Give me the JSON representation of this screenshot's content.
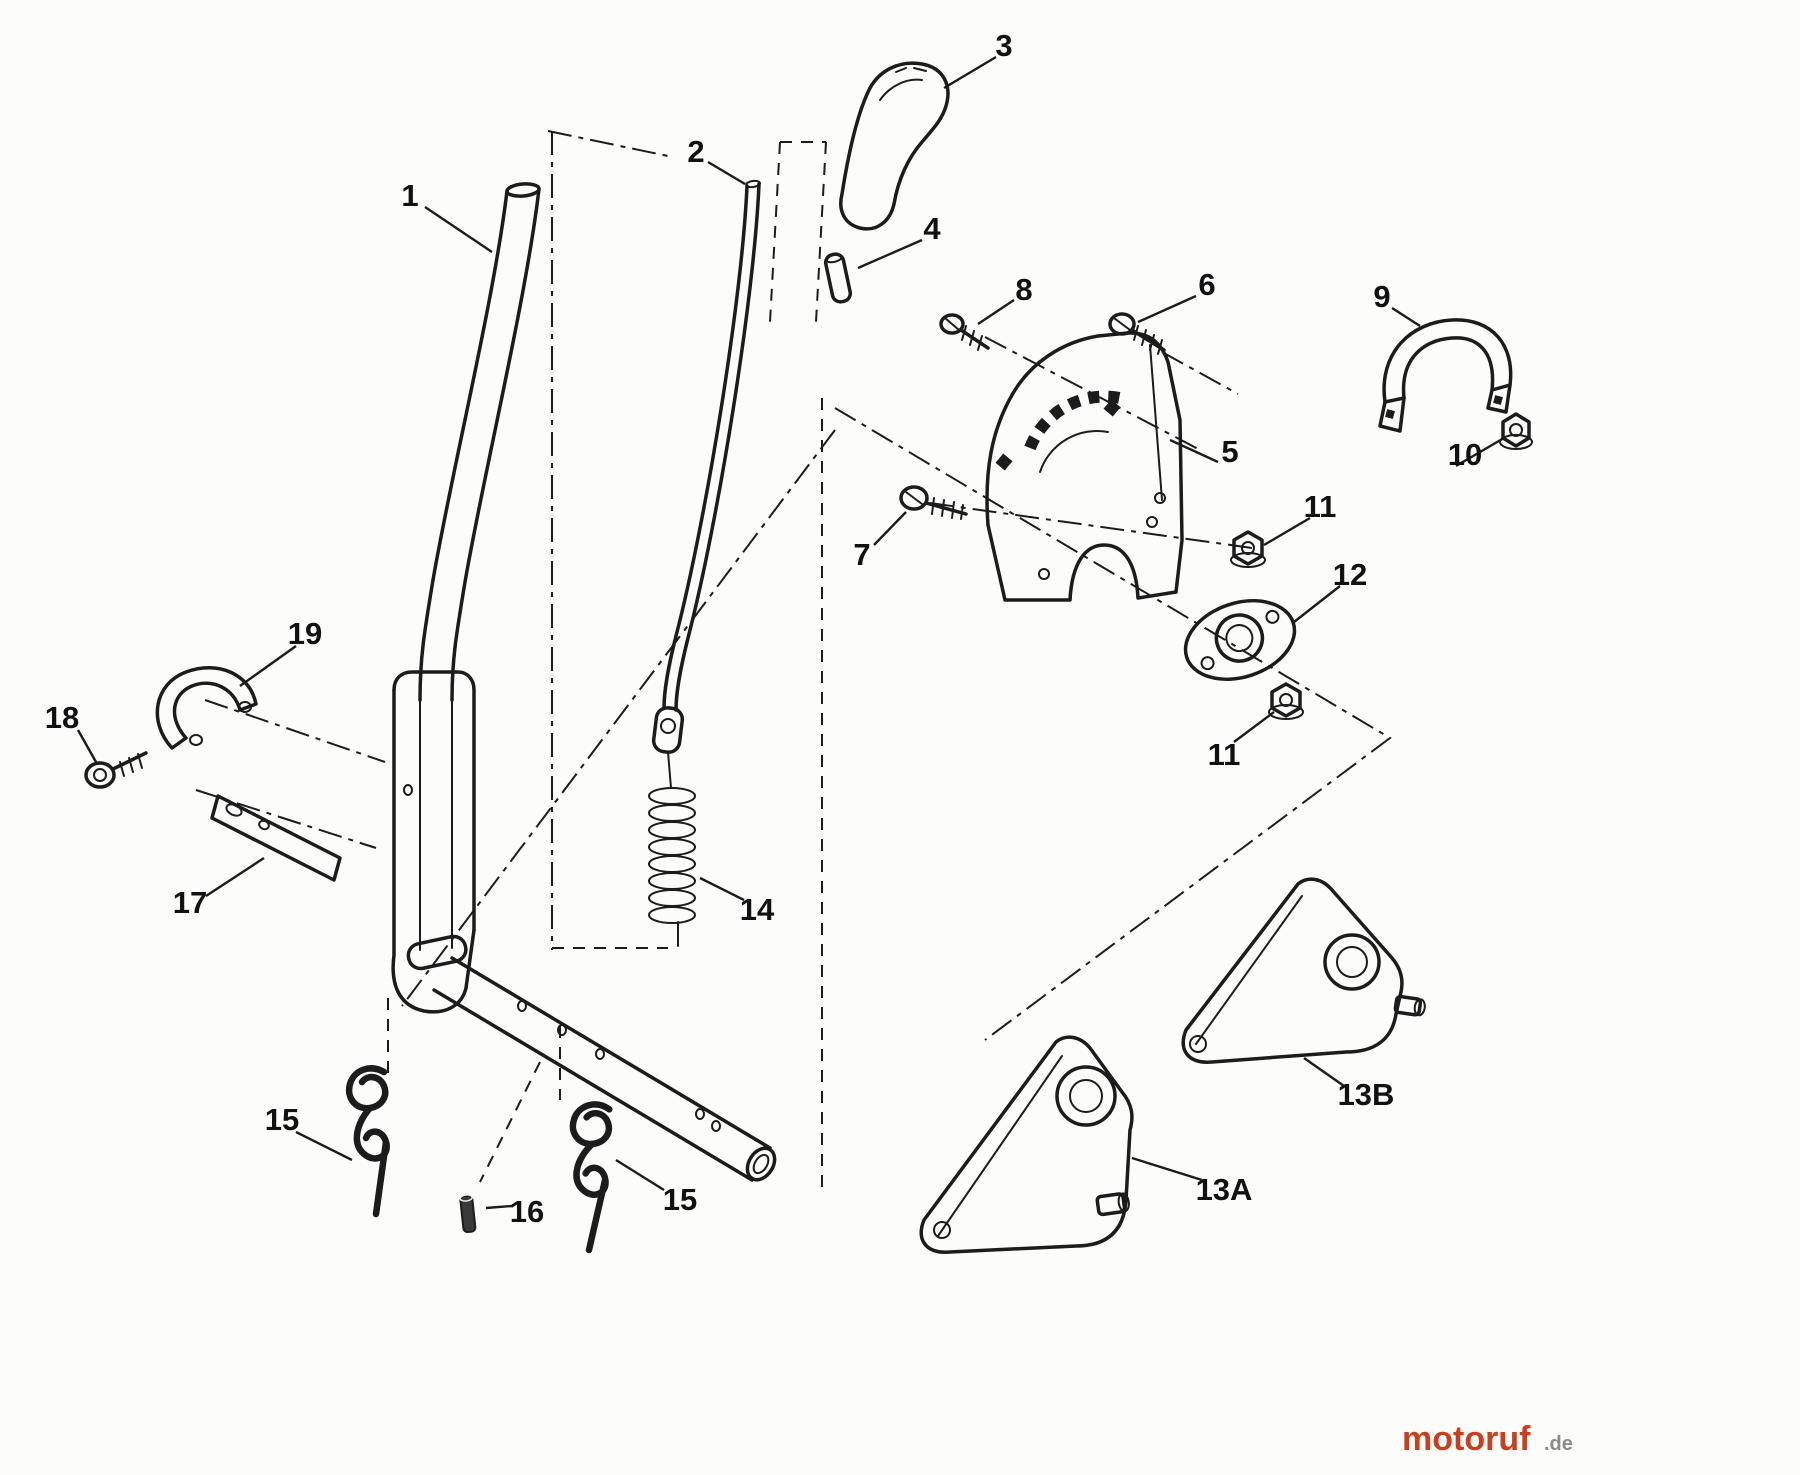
{
  "diagram": {
    "type": "exploded-parts-diagram",
    "background_color": "#fcfcfa",
    "line_color": "#1c1c1c",
    "callouts": [
      {
        "label": "1"
      },
      {
        "label": "2"
      },
      {
        "label": "3"
      },
      {
        "label": "4"
      },
      {
        "label": "5"
      },
      {
        "label": "6"
      },
      {
        "label": "7"
      },
      {
        "label": "8"
      },
      {
        "label": "9"
      },
      {
        "label": "10"
      },
      {
        "label": "11"
      },
      {
        "label": "11"
      },
      {
        "label": "12"
      },
      {
        "label": "13A"
      },
      {
        "label": "13B"
      },
      {
        "label": "14"
      },
      {
        "label": "15"
      },
      {
        "label": "15"
      },
      {
        "label": "16"
      },
      {
        "label": "17"
      },
      {
        "label": "18"
      },
      {
        "label": "19"
      }
    ],
    "watermark": {
      "name": "motoruf",
      "tld": ".de",
      "name_color": "#c8401f",
      "tld_color": "#8a8a8a"
    }
  }
}
